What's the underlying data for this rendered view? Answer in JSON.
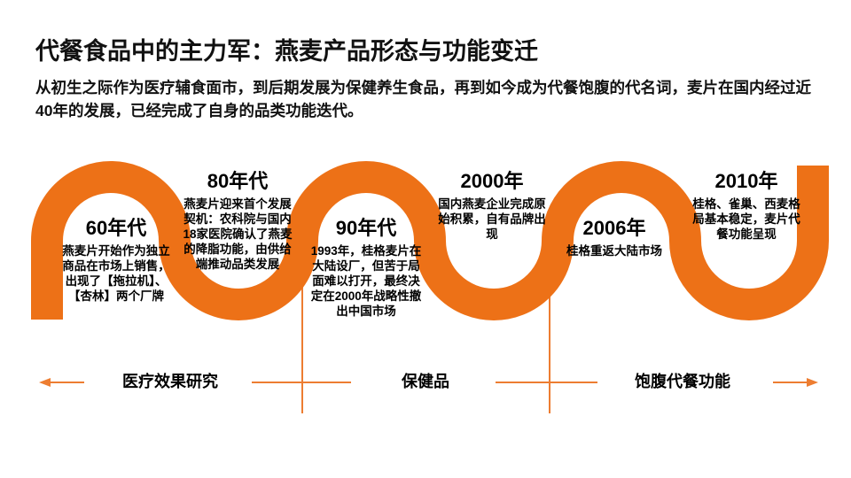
{
  "header": {
    "title": "代餐食品中的主力军：燕麦产品形态与功能变迁",
    "intro": "从初生之际作为医疗辅食面市，到后期发展为保健养生食品，再到如今成为代餐饱腹的代名词，麦片在国内经过近40年的发展，已经完成了自身的品类功能迭代。"
  },
  "timeline": {
    "eras": [
      {
        "year": "60年代",
        "desc": "燕麦片开始作为独立商品在市场上销售，出现了【拖拉机】、【杏林】两个厂牌"
      },
      {
        "year": "80年代",
        "desc": "燕麦片迎来首个发展契机：农科院与国内18家医院确认了燕麦的降脂功能，由供给端推动品类发展"
      },
      {
        "year": "90年代",
        "desc": "1993年，桂格麦片在大陆设厂，但苦于局面难以打开，最终决定在2000年战略性撤出中国市场"
      },
      {
        "year": "2000年",
        "desc": "国内燕麦企业完成原始积累，自有品牌出现"
      },
      {
        "year": "2006年",
        "desc": "桂格重返大陆市场"
      },
      {
        "year": "2010年",
        "desc": "桂格、雀巢、西麦格局基本稳定，麦片代餐功能呈现"
      }
    ],
    "phases": [
      {
        "label": "医疗效果研究"
      },
      {
        "label": "保健品"
      },
      {
        "label": "饱腹代餐功能"
      }
    ],
    "colors": {
      "curve": "#ED7117",
      "accent": "#ED7D31",
      "text": "#000000",
      "background": "#FFFFFF"
    }
  }
}
